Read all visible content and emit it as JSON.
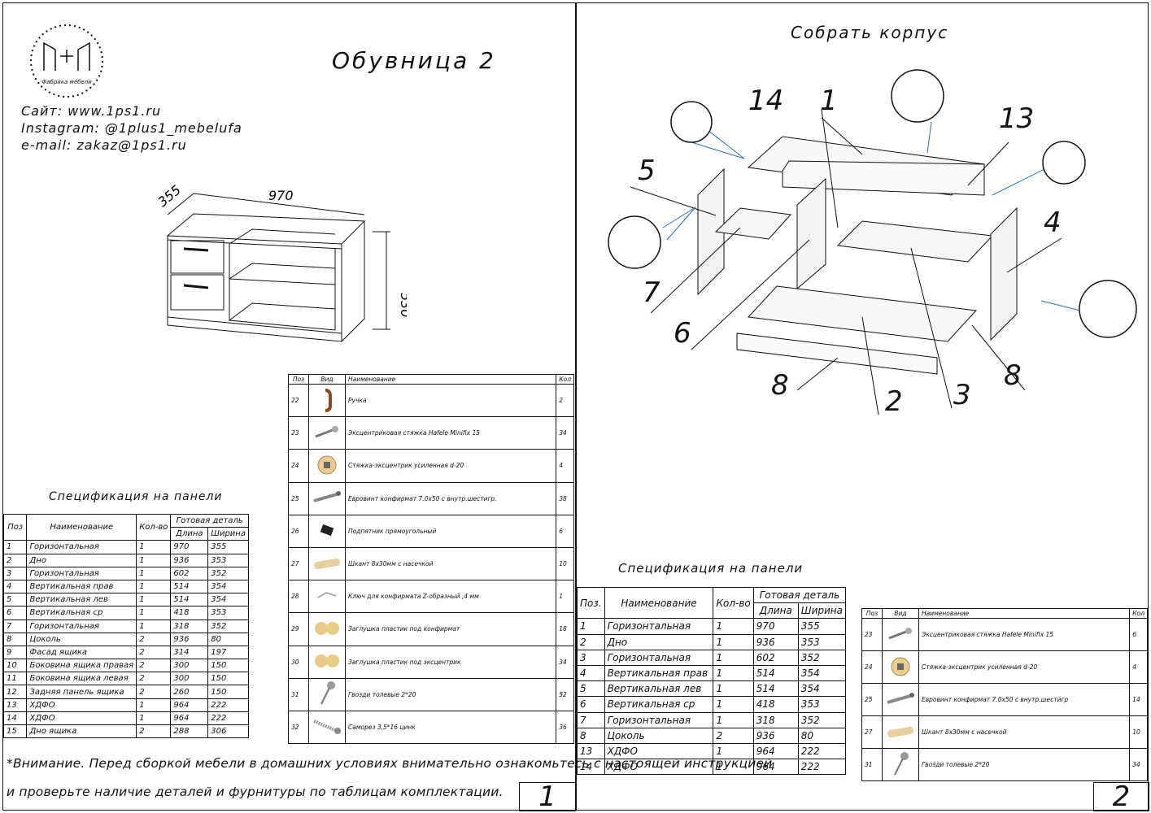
{
  "page1": {
    "logo_text": "1+1",
    "logo_ring_text": "Фабрика мебели",
    "title": "Обувница 2",
    "contacts": [
      "Сайт: www.1ps1.ru",
      "Instagram: @1plus1_mebelufa",
      "e-mail: zakaz@1ps1.ru"
    ],
    "dimensions": {
      "depth": "355",
      "width": "970",
      "height": "530"
    },
    "spec_title": "Спецификация на панели",
    "spec_headers": {
      "pos": "Поз",
      "name": "Наименование",
      "qty": "Кол-во",
      "group": "Готовая деталь",
      "length": "Длина",
      "width": "Ширина"
    },
    "spec_rows": [
      [
        "1",
        "Горизонтальная",
        "1",
        "970",
        "355"
      ],
      [
        "2",
        "Дно",
        "1",
        "936",
        "353"
      ],
      [
        "3",
        "Горизонтальная",
        "1",
        "602",
        "352"
      ],
      [
        "4",
        "Вертикальная прав",
        "1",
        "514",
        "354"
      ],
      [
        "5",
        "Вертикальная лев",
        "1",
        "514",
        "354"
      ],
      [
        "6",
        "Вертикальная ср",
        "1",
        "418",
        "353"
      ],
      [
        "7",
        "Горизонтальная",
        "1",
        "318",
        "352"
      ],
      [
        "8",
        "Цоколь",
        "2",
        "936",
        "80"
      ],
      [
        "9",
        "Фасад ящика",
        "2",
        "314",
        "197"
      ],
      [
        "10",
        "Боковина ящика правая",
        "2",
        "300",
        "150"
      ],
      [
        "11",
        "Боковина ящика левая",
        "2",
        "300",
        "150"
      ],
      [
        "12",
        "Задняя панель ящика",
        "2",
        "260",
        "150"
      ],
      [
        "13",
        "ХДФО",
        "1",
        "964",
        "222"
      ],
      [
        "14",
        "ХДФО",
        "1",
        "964",
        "222"
      ],
      [
        "15",
        "Дно ящика",
        "2",
        "288",
        "306"
      ]
    ],
    "furn_headers": {
      "pos": "Поз",
      "view": "Вид",
      "name": "Наименование",
      "qty": "Кол"
    },
    "furn_rows": [
      {
        "pos": "22",
        "name": "Ручка",
        "qty": "2",
        "icon": "handle-icon"
      },
      {
        "pos": "23",
        "name": "Эксцентриковая стяжка Hafele Minifix 15",
        "qty": "34",
        "icon": "minifix-icon"
      },
      {
        "pos": "24",
        "name": "Стяжка-эксцентрик усиленная d-20",
        "qty": "4",
        "icon": "cam-lock-icon"
      },
      {
        "pos": "25",
        "name": "Евровинт конфирмат 7.0х50 с внутр.шестигр.",
        "qty": "38",
        "icon": "confirmat-screw-icon"
      },
      {
        "pos": "26",
        "name": "Подпятник прямоугольный",
        "qty": "6",
        "icon": "foot-pad-icon"
      },
      {
        "pos": "27",
        "name": "Шкант 8х30мм с насечкой",
        "qty": "10",
        "icon": "dowel-icon"
      },
      {
        "pos": "28",
        "name": "Ключ для конфирмата Z-образный ,4 мм",
        "qty": "1",
        "icon": "hex-key-icon"
      },
      {
        "pos": "29",
        "name": "Заглушка пластик под конфирмат",
        "qty": "18",
        "icon": "cap-icon"
      },
      {
        "pos": "30",
        "name": "Заглушка пластик под эксцентрик",
        "qty": "34",
        "icon": "cam-cap-icon"
      },
      {
        "pos": "31",
        "name": "Гвозди толевые 2*20",
        "qty": "52",
        "icon": "nail-icon"
      },
      {
        "pos": "32",
        "name": "Саморез 3,5*16 цинк",
        "qty": "36",
        "icon": "wood-screw-icon"
      }
    ],
    "note_line1": "*Внимание. Перед сборкой мебели в домашних условиях внимательно ознакомьтесь с настоящей инструкцией",
    "note_line2": "и проверьте наличие деталей и фурнитуры по таблицам комплектации.",
    "page_number": "1"
  },
  "page2": {
    "title": "Собрать корпус",
    "callouts": [
      "1",
      "2",
      "3",
      "4",
      "5",
      "6",
      "7",
      "8",
      "8",
      "13",
      "14"
    ],
    "spec_title": "Спецификация на панели",
    "spec_headers": {
      "pos": "Поз.",
      "name": "Наименование",
      "qty": "Кол-во",
      "group": "Готовая деталь",
      "length": "Длина",
      "width": "Ширина"
    },
    "spec_rows": [
      [
        "1",
        "Горизонтальная",
        "1",
        "970",
        "355"
      ],
      [
        "2",
        "Дно",
        "1",
        "936",
        "353"
      ],
      [
        "3",
        "Горизонтальная",
        "1",
        "602",
        "352"
      ],
      [
        "4",
        "Вертикальная прав",
        "1",
        "514",
        "354"
      ],
      [
        "5",
        "Вертикальная лев",
        "1",
        "514",
        "354"
      ],
      [
        "6",
        "Вертикальная ср",
        "1",
        "418",
        "353"
      ],
      [
        "7",
        "Горизонтальная",
        "1",
        "318",
        "352"
      ],
      [
        "8",
        "Цоколь",
        "2",
        "936",
        "80"
      ],
      [
        "13",
        "ХДФО",
        "1",
        "964",
        "222"
      ],
      [
        "14",
        "ХДФО",
        "1",
        "964",
        "222"
      ]
    ],
    "furn_headers": {
      "pos": "Поз",
      "view": "Вид",
      "name": "Наименование",
      "qty": "Кол"
    },
    "furn_rows": [
      {
        "pos": "23",
        "name": "Эксцентриковая стяжка Hafele Minifix 15",
        "qty": "6",
        "icon": "minifix-icon"
      },
      {
        "pos": "24",
        "name": "Стяжка-эксцентрик усиленная d-20",
        "qty": "4",
        "icon": "cam-lock-icon"
      },
      {
        "pos": "25",
        "name": "Евровинт конфирмат 7.0х50 с внутр.шестигр",
        "qty": "14",
        "icon": "confirmat-screw-icon"
      },
      {
        "pos": "27",
        "name": "Шкант 8х30мм с насечкой",
        "qty": "10",
        "icon": "dowel-icon"
      },
      {
        "pos": "31",
        "name": "Гвозди толевые 2*20",
        "qty": "34",
        "icon": "nail-icon"
      }
    ],
    "page_number": "2"
  }
}
